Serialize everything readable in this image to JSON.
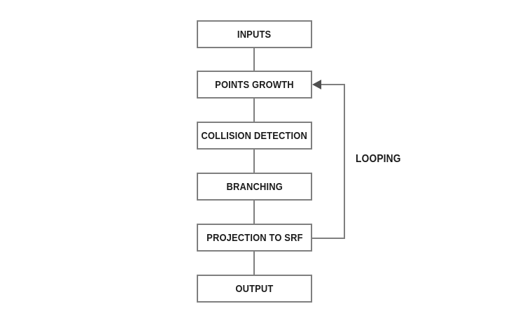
{
  "flowchart": {
    "title": "point-growth process flowchart",
    "nodes": [
      {
        "id": "inputs",
        "label": "INPUTS"
      },
      {
        "id": "points-growth",
        "label": "POINTS GROWTH"
      },
      {
        "id": "collision-detection",
        "label": "COLLISION DETECTION"
      },
      {
        "id": "branching",
        "label": "BRANCHING"
      },
      {
        "id": "projection-to-srf",
        "label": "PROJECTION TO SRF"
      },
      {
        "id": "output",
        "label": "OUTPUT"
      }
    ],
    "edges": [
      {
        "from": "inputs",
        "to": "points-growth"
      },
      {
        "from": "points-growth",
        "to": "collision-detection"
      },
      {
        "from": "collision-detection",
        "to": "branching"
      },
      {
        "from": "branching",
        "to": "projection-to-srf"
      },
      {
        "from": "projection-to-srf",
        "to": "output"
      },
      {
        "from": "projection-to-srf",
        "to": "points-growth",
        "type": "feedback-loop",
        "label": "LOOPING"
      }
    ],
    "loop_label": "LOOPING",
    "colors": {
      "background": "#ffffff",
      "box_border": "#7f7f7f",
      "line": "#7f7f7f",
      "arrowhead": "#4f4f4f",
      "text": "#1a1a1a",
      "box_fill": "#ffffff"
    }
  }
}
